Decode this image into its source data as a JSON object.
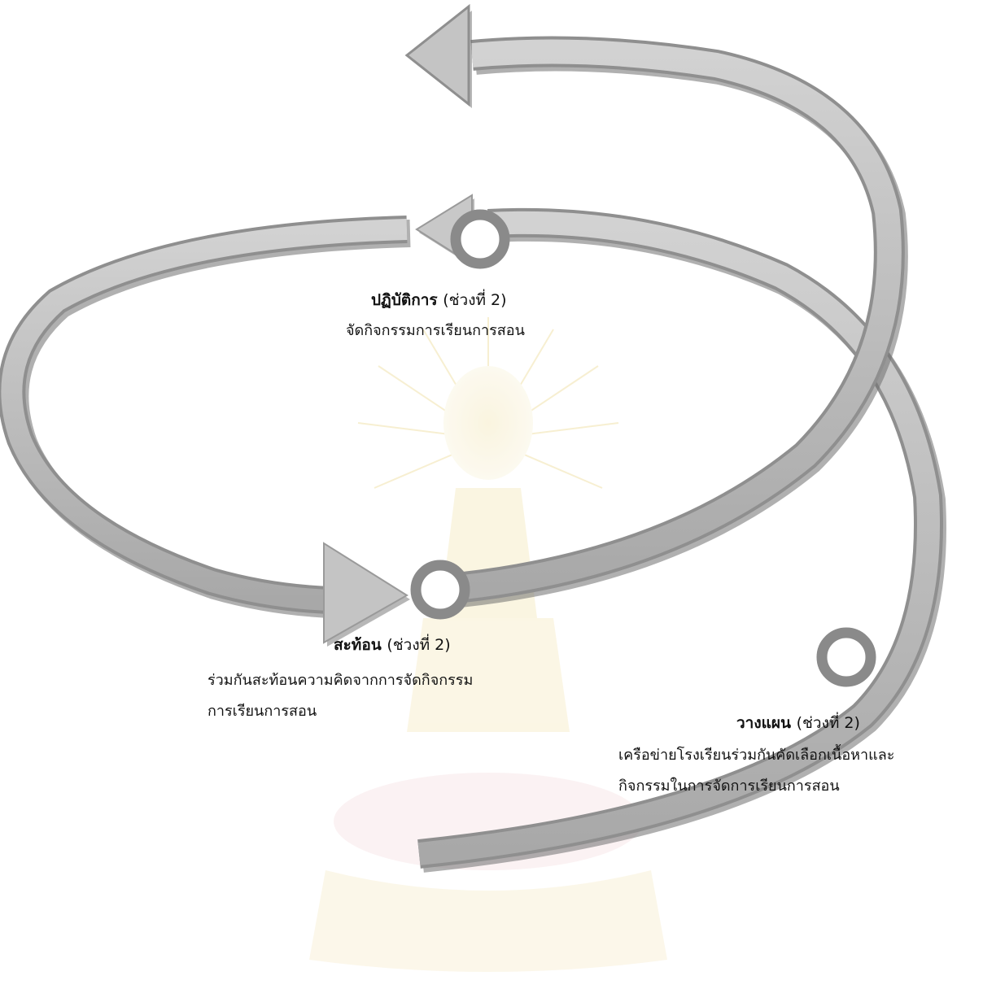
{
  "colors": {
    "ribbon_fill": "#b8b8b8",
    "ribbon_edge": "#8f8f8f",
    "ribbon_shadow": "#6f6f6f",
    "arrowhead_fill": "#c4c4c4",
    "node_ring": "#8a8a8a",
    "node_center": "#ffffff",
    "watermark": "#f3e6b8"
  },
  "stages": {
    "practice": {
      "title": "ปฏิบัติการ",
      "phase": "(ช่วงที่ 2)",
      "description": [
        "จัดกิจกรรมการเรียนการสอน"
      ]
    },
    "reflect": {
      "title": "สะท้อน",
      "phase": "(ช่วงที่ 2)",
      "description": [
        "ร่วมกันสะท้อนความคิดจากการจัดกิจกรรม",
        "การเรียนการสอน"
      ]
    },
    "plan": {
      "title": "วางแผน",
      "phase": "(ช่วงที่ 2)",
      "description": [
        "เครือข่ายโรงเรียนร่วมกันคัดเลือกเนื้อหาและ",
        "กิจกรรมในการจัดการเรียนการสอน"
      ]
    }
  },
  "icons": {
    "node_practice": "ring-node-icon",
    "node_reflect": "ring-node-icon",
    "node_plan": "ring-node-icon"
  }
}
